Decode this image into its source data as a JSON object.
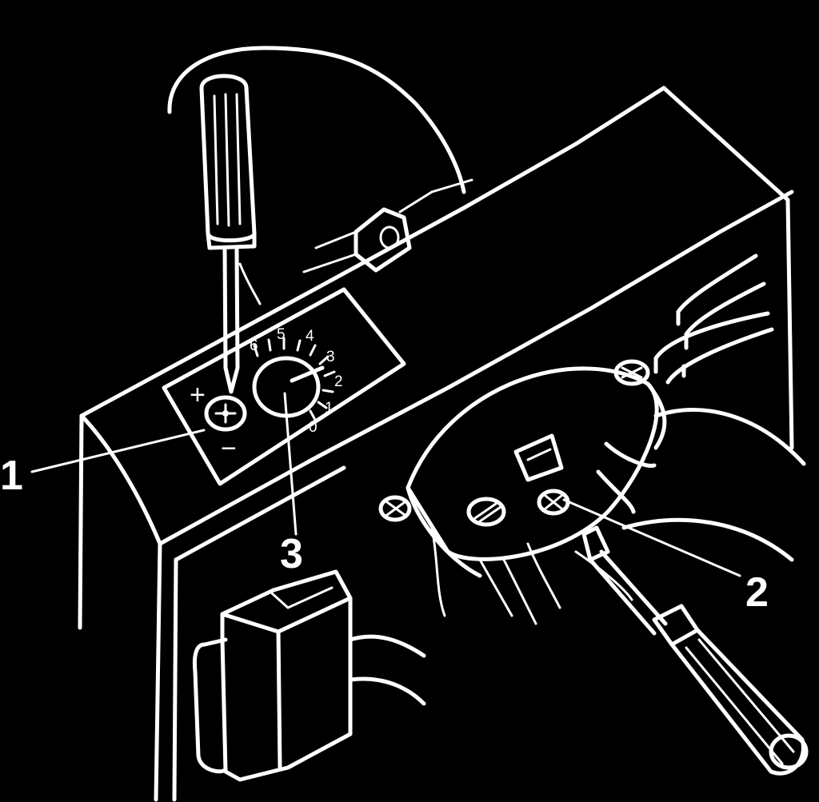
{
  "callouts": {
    "one": "1",
    "two": "2",
    "three": "3"
  },
  "adjust_plate": {
    "plus_sign": "+",
    "minus_sign": "−"
  },
  "dial": {
    "scale": [
      "0",
      "1",
      "2",
      "3",
      "4",
      "5",
      "6"
    ]
  },
  "colors": {
    "background": "#000000",
    "line": "#ffffff"
  }
}
